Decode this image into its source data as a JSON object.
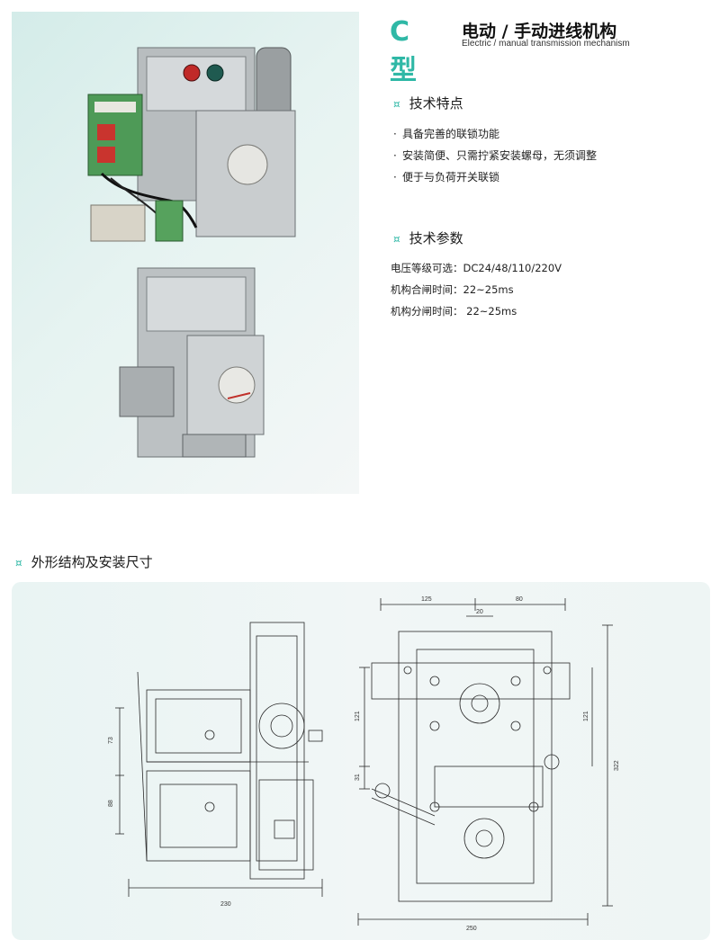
{
  "header": {
    "model_letter": "C 型",
    "title_zh": "电动 / 手动进线机构",
    "title_en": "Electric / manual transmission mechanism"
  },
  "features": {
    "heading": "技术特点",
    "items": [
      "具备完善的联锁功能",
      "安装简便、只需拧紧安装螺母，无须调整",
      "便于与负荷开关联锁"
    ]
  },
  "params": {
    "heading": "技术参数",
    "items": [
      "电压等级可选：DC24/48/110/220V",
      "机构合闸时间：22~25ms",
      "机构分闸时间：  22~25ms"
    ]
  },
  "drawing": {
    "heading": "外形结构及安装尺寸",
    "side_view": {
      "dim_width": "230",
      "dim_upper": "73",
      "dim_lower": "88"
    },
    "front_view": {
      "dim_top_left": "125",
      "dim_top_right": "80",
      "dim_top_mid": "20",
      "dim_left_upper": "121",
      "dim_left_lower": "31",
      "dim_right_inner": "121",
      "dim_right_outer": "322",
      "dim_bottom": "250"
    }
  },
  "icons": {
    "bullet": "currency-sign-icon",
    "accent_color": "#2fb8a6"
  }
}
